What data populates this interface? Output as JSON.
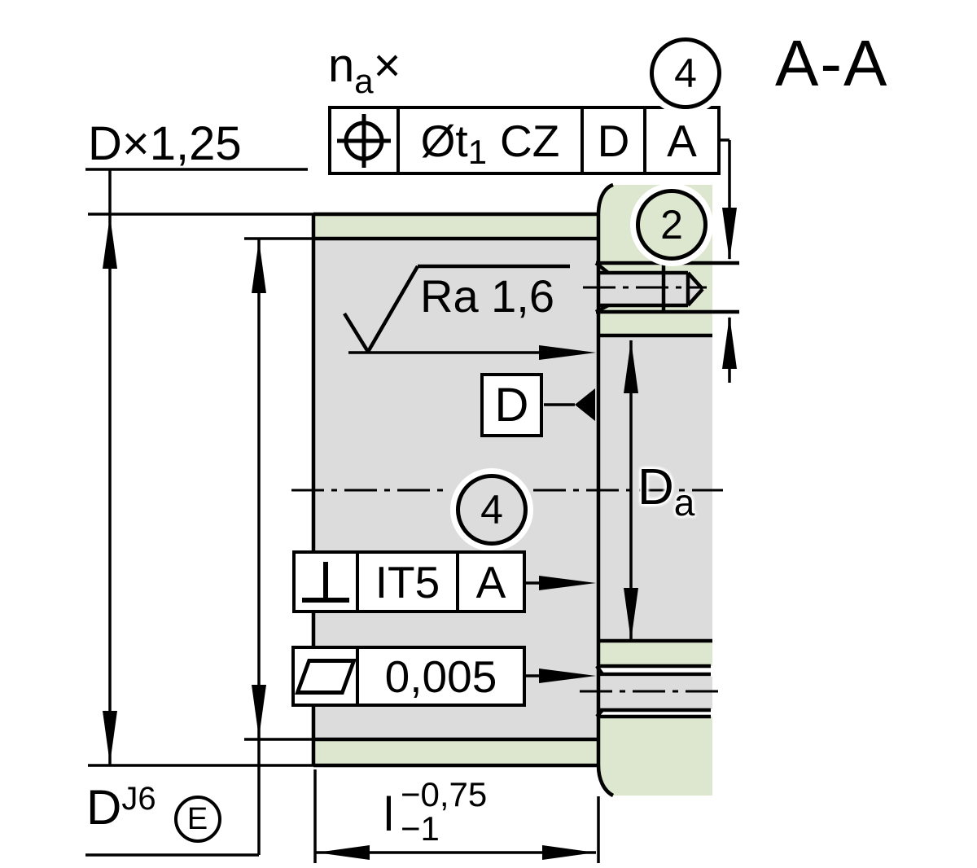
{
  "section_label": "A-A",
  "colors": {
    "part_gray": "#dcdcdc",
    "abutment_green": "#dde7d0",
    "line": "#000000"
  },
  "hole_count_label": {
    "base": "n",
    "sub": "a",
    "times": "×"
  },
  "position_frame": {
    "tolerance_prefix": "Øt",
    "tolerance_sub": "1",
    "tolerance_suffix": "CZ",
    "datum_primary": "D",
    "datum_secondary": "A"
  },
  "callouts": {
    "top_balloon": "4",
    "thread_balloon": "2",
    "seat_balloon": "4"
  },
  "outer_dim_label": "D×1,25",
  "roughness_label": "Ra 1,6",
  "datum_feature_label": "D",
  "shoulder_dim": {
    "base": "D",
    "sub": "a"
  },
  "perpendicularity_frame": {
    "value": "IT5",
    "datum": "A"
  },
  "flatness_frame": {
    "value": "0,005"
  },
  "seat_dim": {
    "base": "D",
    "fit": "J6",
    "envelope": "E"
  },
  "width_dim": {
    "base": "l",
    "upper_tol": "−0,75",
    "lower_tol": "−1"
  }
}
